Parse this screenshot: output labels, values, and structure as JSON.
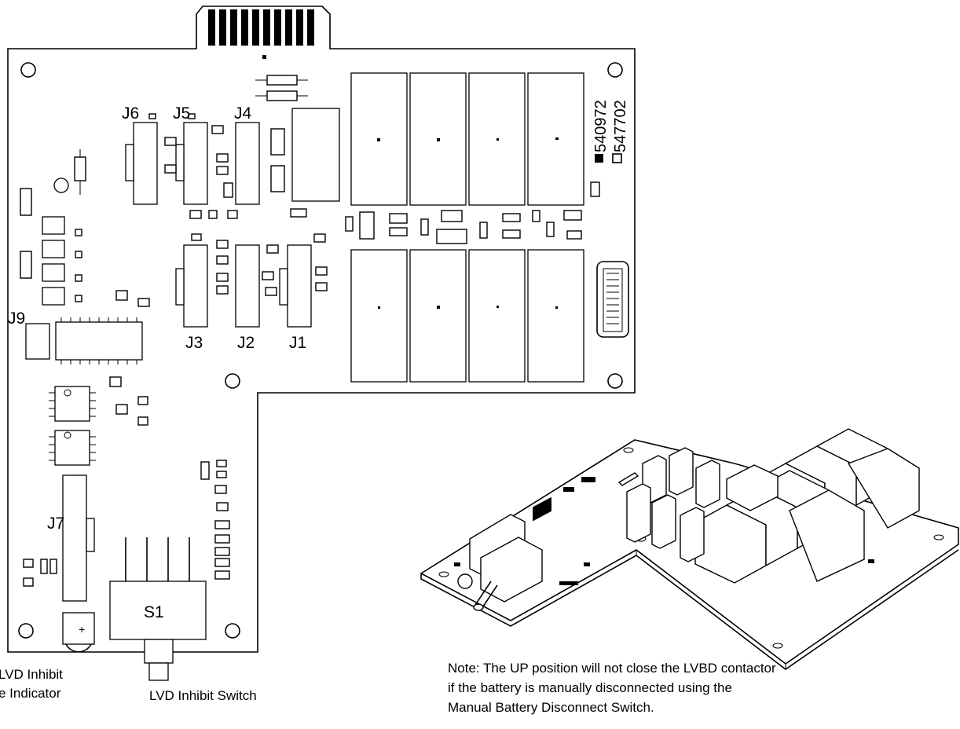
{
  "connectors": {
    "j1": "J1",
    "j2": "J2",
    "j3": "J3",
    "j4": "J4",
    "j5": "J5",
    "j6": "J6",
    "j7": "J7",
    "j9": "J9"
  },
  "switch_label": "S1",
  "led_polarity": "+",
  "part_numbers": {
    "filled": "540972",
    "outline": "547702"
  },
  "captions": {
    "indicator_line1": "LVD Inhibit",
    "indicator_line2": "e Indicator",
    "switch": "LVD Inhibit Switch"
  },
  "note": {
    "line1": "Note: The UP position will not close the LVBD contactor",
    "line2": "if the battery is manually disconnected using the",
    "line3": "Manual Battery Disconnect Switch."
  }
}
